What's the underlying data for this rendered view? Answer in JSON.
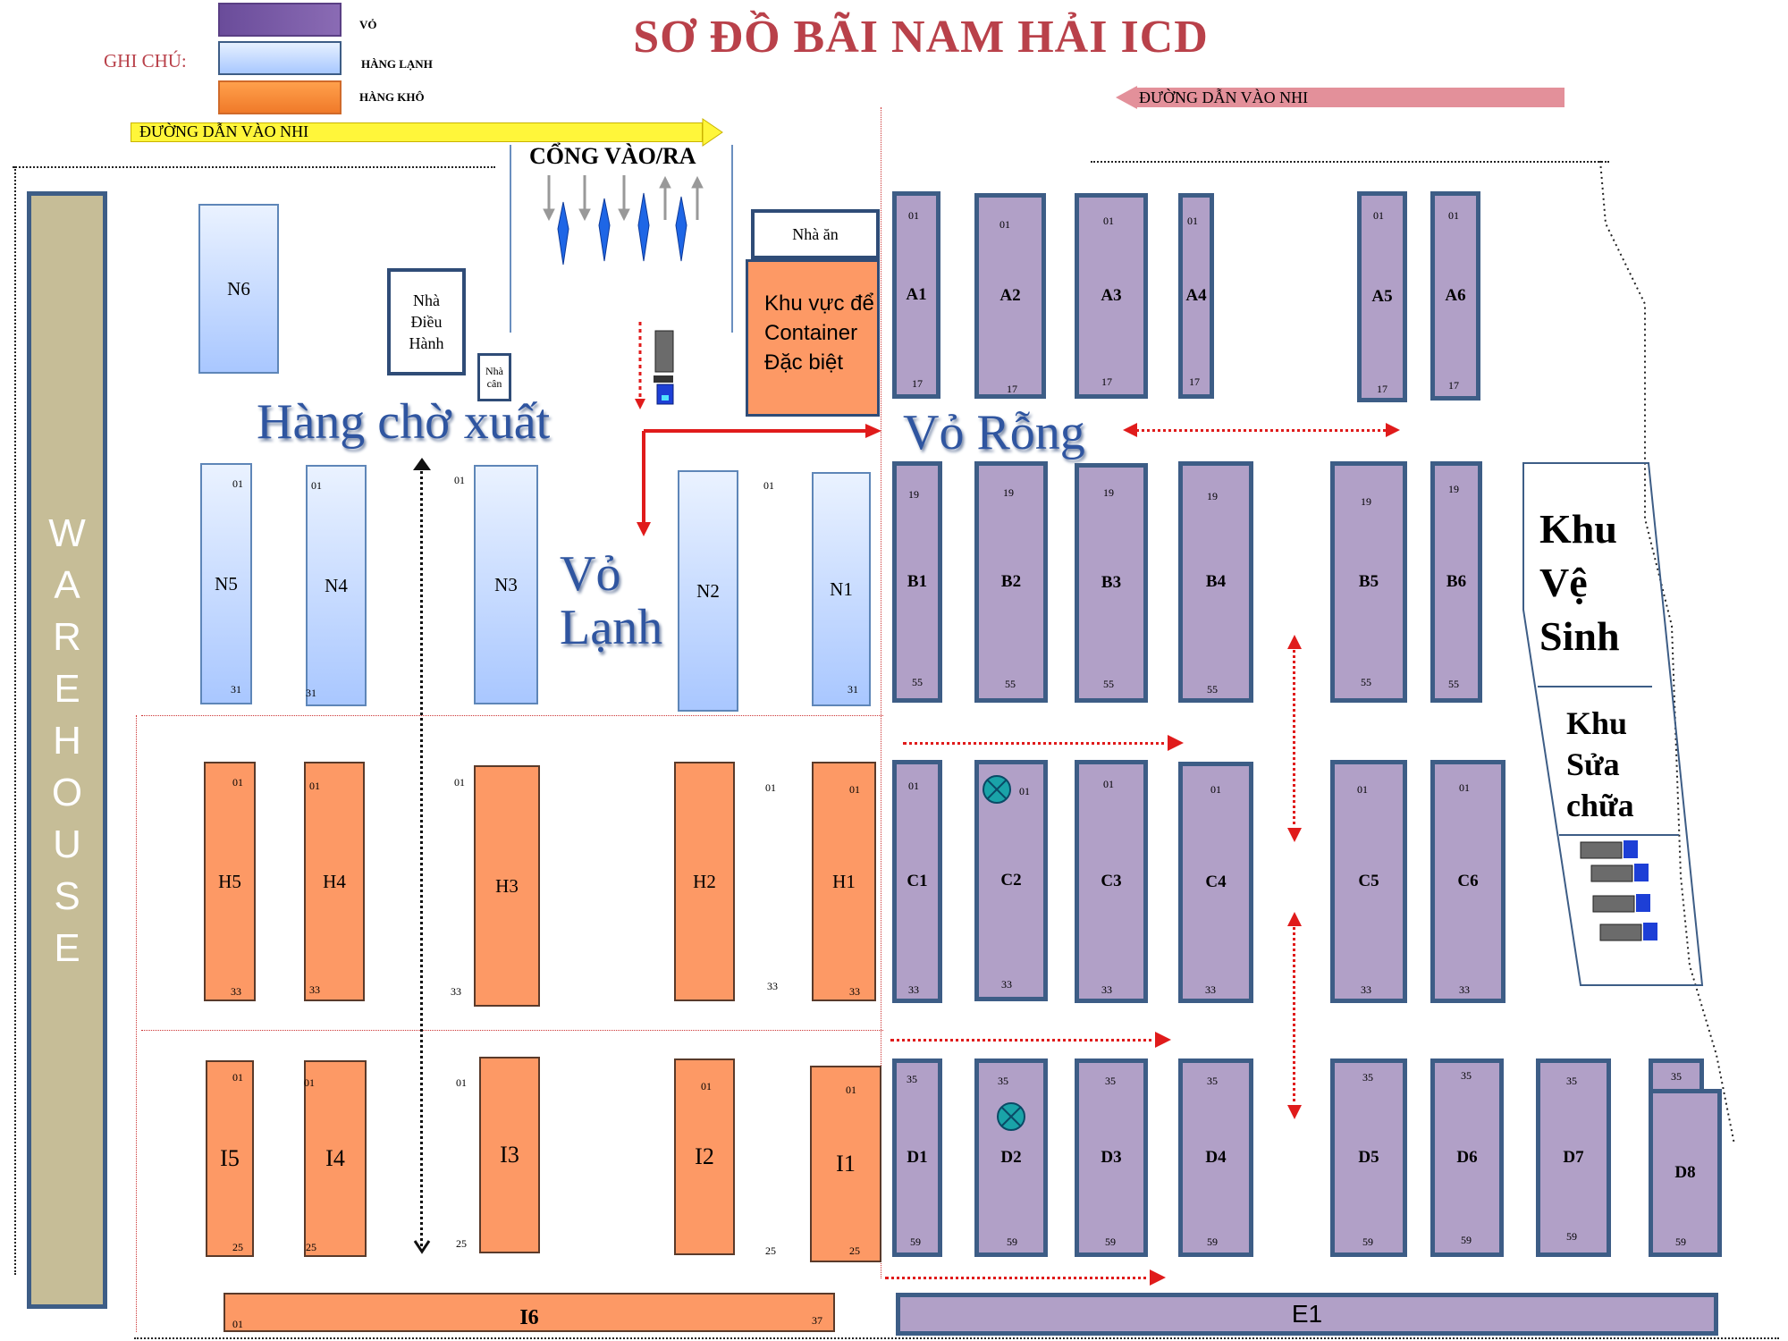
{
  "title": "SƠ ĐỒ BÃI NAM HẢI ICD",
  "legend": {
    "label": "GHI CHÚ:",
    "items": [
      {
        "text": "VỎ",
        "color": "#7a5ba8"
      },
      {
        "text": "HÀNG LẠNH",
        "color": "#b8d3ff"
      },
      {
        "text": "HÀNG KHÔ",
        "color": "#f7913f"
      }
    ]
  },
  "route_left": "ĐƯỜNG DẪN VÀO NHI",
  "route_right": "ĐƯỜNG DẪN VÀO NHI",
  "gate": "CỔNG VÀO/RA",
  "warehouse_letters": [
    "W",
    "A",
    "R",
    "E",
    "H",
    "O",
    "U",
    "S",
    "E"
  ],
  "buildings": {
    "canteen": "Nhà ăn",
    "office": [
      "Nhà",
      "Điều",
      "Hành"
    ],
    "scale": [
      "Nhà",
      "cân"
    ],
    "special": [
      "Khu vực để",
      "Container",
      "Đặc biệt"
    ]
  },
  "zone_labels": {
    "waiting_export": "Hàng chờ xuất",
    "empty": "Vỏ Rỗng",
    "reefer_empty": [
      "Vỏ",
      "Lạnh"
    ],
    "toilet": [
      "Khu",
      "Vệ",
      "Sinh"
    ],
    "repair": [
      "Khu",
      "Sửa",
      "chữa"
    ]
  },
  "blocks": {
    "N6": {
      "name": "N6"
    },
    "N5": {
      "name": "N5",
      "start": "01",
      "end": "31"
    },
    "N4": {
      "name": "N4",
      "start": "01",
      "end": "31"
    },
    "N3": {
      "name": "N3",
      "start": "01",
      "end": ""
    },
    "N2": {
      "name": "N2",
      "start": "",
      "end": ""
    },
    "N1": {
      "name": "N1",
      "start": "01",
      "end": "31"
    },
    "H5": {
      "name": "H5",
      "start": "01",
      "end": "33"
    },
    "H4": {
      "name": "H4",
      "start": "01",
      "end": "33"
    },
    "H3": {
      "name": "H3",
      "start": "01",
      "end": "33"
    },
    "H2": {
      "name": "H2",
      "start": "01",
      "end": "33"
    },
    "H1": {
      "name": "H1",
      "start": "01",
      "end": "33"
    },
    "I5": {
      "name": "I5",
      "start": "01",
      "end": "25"
    },
    "I4": {
      "name": "I4",
      "start": "01",
      "end": "25"
    },
    "I3": {
      "name": "I3",
      "start": "01",
      "end": "25"
    },
    "I2": {
      "name": "I2",
      "start": "01",
      "end": "25"
    },
    "I1": {
      "name": "I1",
      "start": "01",
      "end": "25"
    },
    "I6": {
      "name": "I6",
      "start": "01",
      "end": "37"
    },
    "A1": {
      "name": "A1",
      "start": "01",
      "end": "17"
    },
    "A2": {
      "name": "A2",
      "start": "01",
      "end": "17"
    },
    "A3": {
      "name": "A3",
      "start": "01",
      "end": "17"
    },
    "A4": {
      "name": "A4",
      "start": "01",
      "end": "17"
    },
    "A5": {
      "name": "A5",
      "start": "01",
      "end": "17"
    },
    "A6": {
      "name": "A6",
      "start": "01",
      "end": "17"
    },
    "B1": {
      "name": "B1",
      "start": "19",
      "end": "55"
    },
    "B2": {
      "name": "B2",
      "start": "19",
      "end": "55"
    },
    "B3": {
      "name": "B3",
      "start": "19",
      "end": "55"
    },
    "B4": {
      "name": "B4",
      "start": "19",
      "end": "55"
    },
    "B5": {
      "name": "B5",
      "start": "19",
      "end": "55"
    },
    "B6": {
      "name": "B6",
      "start": "19",
      "end": "55"
    },
    "C1": {
      "name": "C1",
      "start": "01",
      "end": "33"
    },
    "C2": {
      "name": "C2",
      "start": "01",
      "end": "33"
    },
    "C3": {
      "name": "C3",
      "start": "01",
      "end": "33"
    },
    "C4": {
      "name": "C4",
      "start": "01",
      "end": "33"
    },
    "C5": {
      "name": "C5",
      "start": "01",
      "end": "33"
    },
    "C6": {
      "name": "C6",
      "start": "01",
      "end": "33"
    },
    "D1": {
      "name": "D1",
      "start": "35",
      "end": "59"
    },
    "D2": {
      "name": "D2",
      "start": "35",
      "end": "59"
    },
    "D3": {
      "name": "D3",
      "start": "35",
      "end": "59"
    },
    "D4": {
      "name": "D4",
      "start": "35",
      "end": "59"
    },
    "D5": {
      "name": "D5",
      "start": "35",
      "end": "59"
    },
    "D6": {
      "name": "D6",
      "start": "35",
      "end": "59"
    },
    "D7": {
      "name": "D7",
      "start": "35",
      "end": "59"
    },
    "D8": {
      "name": "D8",
      "start": "35",
      "end": "59"
    },
    "E1": {
      "name": "E1"
    }
  },
  "icons": {
    "truck": "truck-icon",
    "marker": "crossed-circle-icon",
    "gate_arrows": "gate-arrow-icon"
  },
  "colors": {
    "vo": "#b1a0c7",
    "lanh": "#a9c7ff",
    "kho": "#fd9965",
    "border": "#3d5d86",
    "title": "#b9414a",
    "arrow": "#e01b1b"
  }
}
